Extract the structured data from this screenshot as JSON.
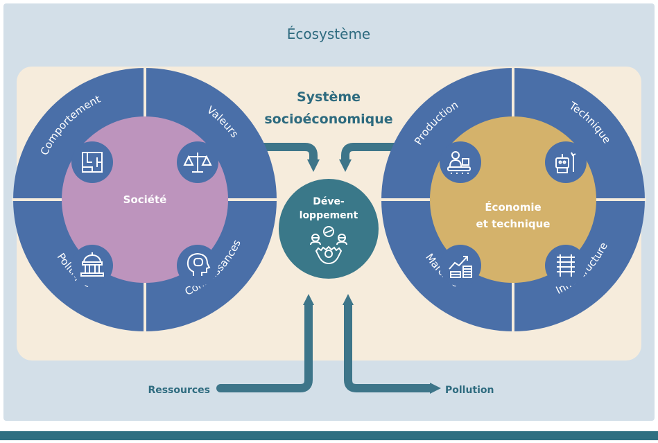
{
  "ecosystem": {
    "title": "Écosystème"
  },
  "socio": {
    "title_line1": "Système",
    "title_line2": "socioéconomique"
  },
  "center": {
    "line1": "Déve-",
    "line2": "loppement",
    "icon": "gear-people-icon"
  },
  "left_circle": {
    "title": "Société",
    "segments": {
      "top_left": "Comportement",
      "top_right": "Valeurs",
      "bottom_left": "Politique",
      "bottom_right": "Connaissances"
    },
    "icons": [
      "maze-icon",
      "balance-scale-icon",
      "parliament-icon",
      "brain-head-icon"
    ]
  },
  "right_circle": {
    "title_line1": "Économie",
    "title_line2": "et technique",
    "segments": {
      "top_left": "Production",
      "top_right": "Technique",
      "bottom_left": "Marchés",
      "bottom_right": "Infrastructure"
    },
    "icons": [
      "conveyor-worker-icon",
      "robot-tool-icon",
      "growth-chart-coins-icon",
      "railway-track-icon"
    ]
  },
  "flows": {
    "input_label": "Ressources",
    "output_label": "Pollution"
  },
  "colors": {
    "ecosystem_bg": "#d3dfe8",
    "socio_bg": "#f6ecdc",
    "ring": "#4a6fa8",
    "society_fill": "#bd94bd",
    "economy_fill": "#d4b26b",
    "center_fill": "#3a7889",
    "teal_text": "#2e6b7f",
    "pipe": "#3d7589",
    "footer_bar": "#2f6f81"
  }
}
